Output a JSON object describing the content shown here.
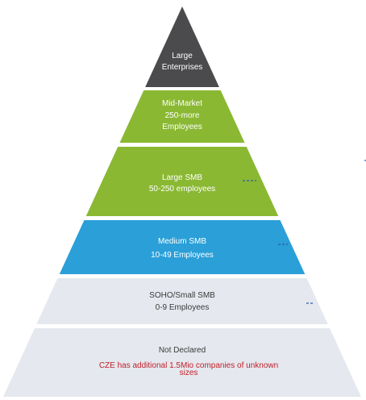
{
  "diagram": {
    "tiers": [
      {
        "id": "large-enterprises",
        "lines": [
          "Large",
          "Enterprises"
        ],
        "color": "#4b4b4d",
        "text_style": "light"
      },
      {
        "id": "mid-market",
        "lines": [
          "Mid-Market",
          "250-more",
          "Employees"
        ],
        "color": "#8ab833",
        "text_style": "light"
      },
      {
        "id": "large-smb",
        "lines": [
          "Large SMB",
          "50-250 employees"
        ],
        "color": "#8ab833",
        "text_style": "light"
      },
      {
        "id": "medium-smb",
        "lines": [
          "Medium SMB",
          "10-49 Employees"
        ],
        "color": "#2a9fd8",
        "text_style": "light"
      },
      {
        "id": "soho-small-smb",
        "lines": [
          "SOHO/Small SMB",
          "0-9 Employees"
        ],
        "color": "#e5e8ee",
        "text_style": "dark"
      },
      {
        "id": "not-declared",
        "lines": [
          "Not Declared"
        ],
        "note_lines": [
          "CZE has additional 1.5Mio companies of unknown",
          "sizes"
        ],
        "color": "#e5e8ee",
        "text_style": "dark",
        "note_color": "#c0202a"
      }
    ],
    "marker_color": "#2a5fa8"
  }
}
